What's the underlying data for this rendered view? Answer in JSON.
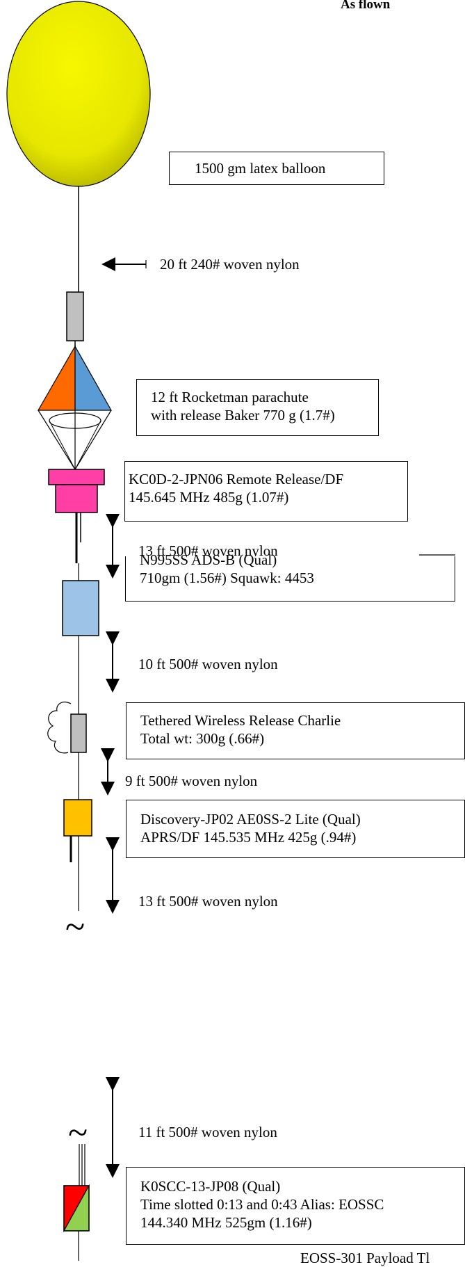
{
  "header": {
    "title": "As  flown"
  },
  "balloon": {
    "label": "1500 gm latex balloon",
    "color": "#f2f200"
  },
  "lines": {
    "top_line": "20 ft 240# woven nylon",
    "line_2": "13 ft 500# woven nylon",
    "line_3": "10 ft 500# woven nylon",
    "line_4": "9 ft 500# woven nylon",
    "line_5": "13 ft 500# woven nylon",
    "line_6": "11 ft 500# woven nylon"
  },
  "parachute": {
    "line1": "12 ft Rocketman parachute",
    "line2": "with release Baker 770 g (1.7#)",
    "colors": {
      "left": "#ff6a00",
      "right": "#5b9bd5"
    }
  },
  "remote_release": {
    "line1": "KC0D-2-JPN06 Remote Release/DF",
    "line2": "145.645 MHz 485g (1.07#)",
    "color": "#ff3fa6"
  },
  "adsb": {
    "line1": "N995SS ADS-B (Qual)",
    "line2": "710gm (1.56#) Squawk: 4453",
    "color": "#9dc3e6"
  },
  "wireless_release": {
    "line1": "Tethered Wireless Release Charlie",
    "line2": "Total wt: 300g (.66#)"
  },
  "discovery": {
    "line1": "Discovery-JP02 AE0SS-2 Lite (Qual)",
    "line2": "APRS/DF 145.535 MHz 425g (.94#)",
    "color": "#ffc000"
  },
  "k0scc": {
    "line1": "K0SCC-13-JP08 (Qual)",
    "line2": "Time slotted 0:13 and 0:43 Alias: EOSSC",
    "line3": "144.340 MHz 525gm (1.16#)",
    "colors": {
      "top": "#ff0000",
      "bottom": "#92d050"
    }
  },
  "footer": {
    "text": "EOSS-301 Payload Tl"
  },
  "break_symbol": "~"
}
